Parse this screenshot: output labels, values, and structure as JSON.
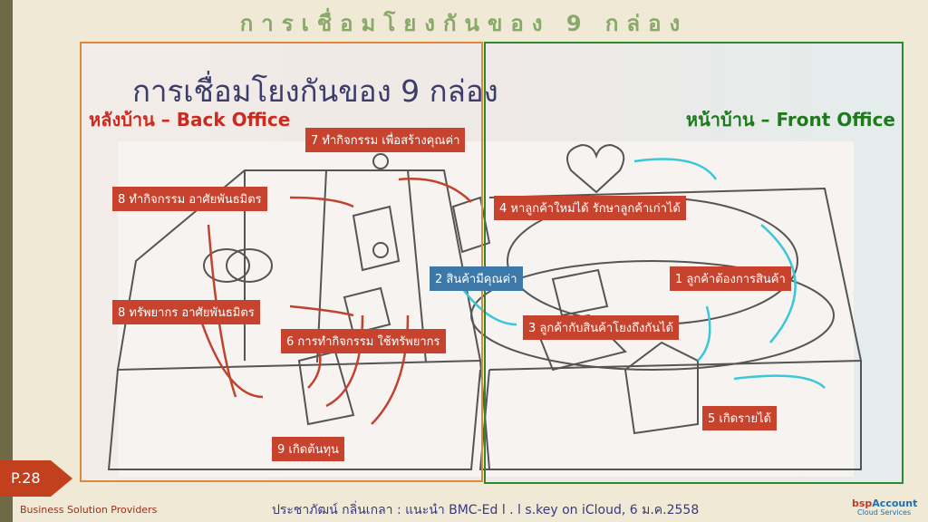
{
  "slide": {
    "top_title": "การเชื่อมโยงกันของ 9 กล่อง",
    "photo_title": "การเชื่อมโยงกันของ 9 กล่อง",
    "back_office_heading": "หลังบ้าน – Back Office",
    "front_office_heading": "หน้าบ้าน – Front Office",
    "page_number": "P.28",
    "footer_left": "Business Solution Providers",
    "footer_center": "ประชาภัฒน์ กลิ่นเกลา : แนะนำ BMC-Ed l . l s.key on iCloud, 6 ม.ค.2558",
    "logo_main_a": "bsp",
    "logo_main_b": "Account",
    "logo_sub": "Cloud Services"
  },
  "labels": {
    "box7": "7 ทำกิจกรรม เพื่อสร้างคุณค่า",
    "box8a": "8 ทำกิจกรรม อาศัยพันธมิตร",
    "box8b": "8 ทรัพยากร อาศัยพันธมิตร",
    "box6": "6 การทำกิจกรรม ใช้ทรัพยากร",
    "box9": "9 เกิดต้นทุน",
    "box2": "2 สินค้ามีคุณค่า",
    "box4": "4 หาลูกค้าใหม่ได้ รักษาลูกค้าเก่าได้",
    "box1": "1 ลูกค้าต้องการสินค้า",
    "box3": "3 ลูกค้ากับสินค้าโยงถึงกันได้",
    "box5": "5 เกิดรายได้"
  },
  "colors": {
    "accent_red": "#c7432e",
    "accent_blue": "#3c78a8",
    "back_border": "#e0893a",
    "front_border": "#2c8a2c"
  }
}
